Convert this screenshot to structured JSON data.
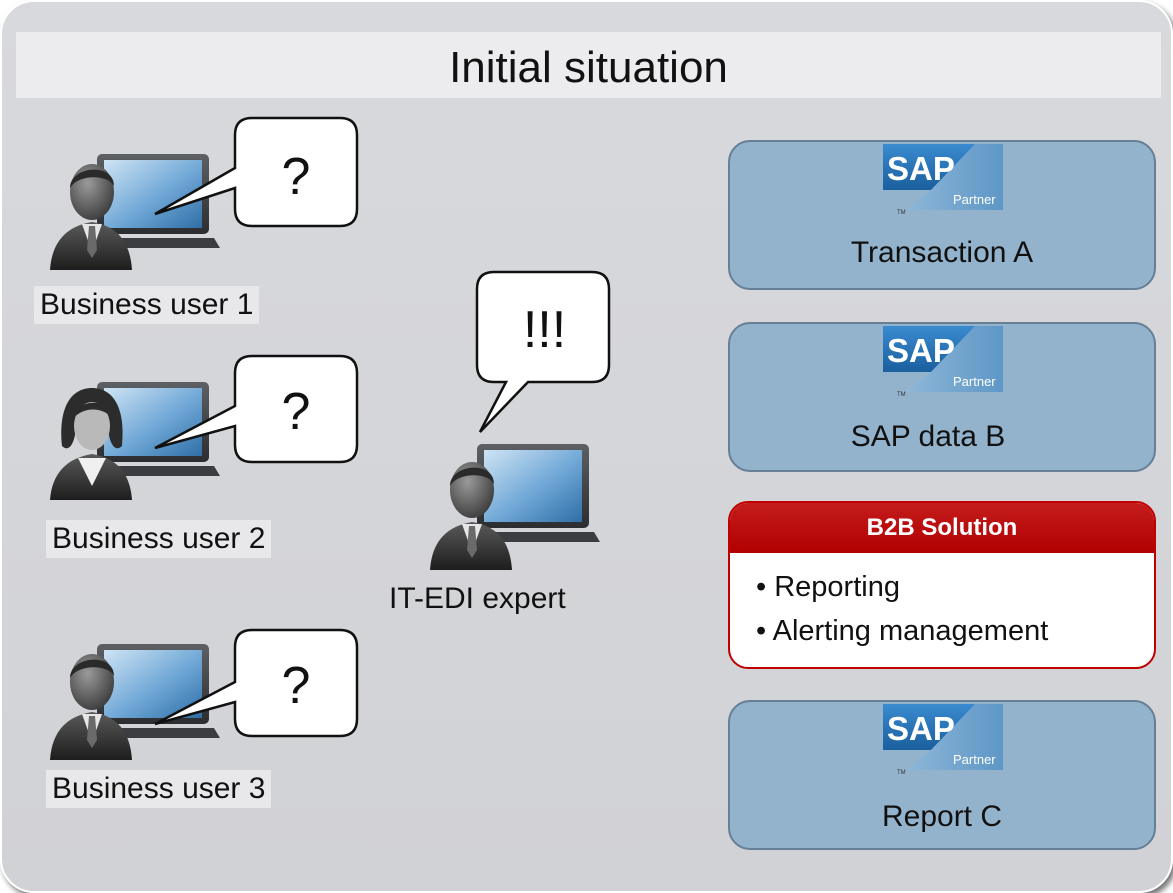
{
  "title": "Initial situation",
  "users": [
    {
      "label": "Business user 1",
      "bubble": "?"
    },
    {
      "label": "Business user 2",
      "bubble": "?"
    },
    {
      "label": "Business user 3",
      "bubble": "?"
    }
  ],
  "expert": {
    "label": "IT-EDI expert",
    "bubble": "!!!"
  },
  "sap_logo": {
    "brand": "SAP",
    "sub": "Partner",
    "tm": "TM"
  },
  "systems": [
    {
      "label": "Transaction A"
    },
    {
      "label": "SAP data B"
    },
    {
      "label": "Report C"
    }
  ],
  "b2b": {
    "header": "B2B Solution",
    "items": [
      "• Reporting",
      "• Alerting management"
    ]
  },
  "colors": {
    "panel": "#d8d9dd",
    "sap_box": "#93b3cd",
    "b2b_red": "#c00000",
    "sap_logo_blue": "#1f6db3"
  }
}
